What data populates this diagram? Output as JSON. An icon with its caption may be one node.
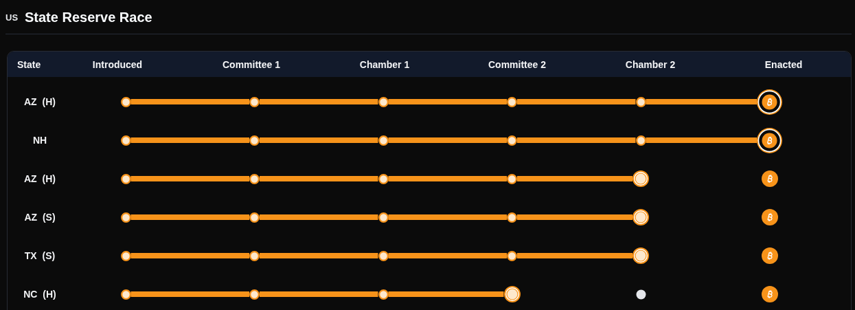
{
  "diagram": {
    "title": "State Reserve Race",
    "nodes": [
      {
        "text": [],
        "shape": "circle"
      },
      {
        "text": [],
        "shape": "circle"
      },
      {
        "text": [],
        "shape": "circle"
      },
      {
        "text": [],
        "shape": "circle"
      },
      {
        "text": [],
        "shape": "circle"
      },
      {
        "text": [],
        "shape": "coin"
      },
      {
        "text": [],
        "shape": "circle"
      },
      {
        "text": [],
        "shape": "circle"
      },
      {
        "text": [],
        "shape": "circle"
      },
      {
        "text": [],
        "shape": "circle"
      },
      {
        "text": [],
        "shape": "circle"
      },
      {
        "text": [],
        "shape": "coin"
      },
      {
        "text": [],
        "shape": "circle"
      },
      {
        "text": [],
        "shape": "circle"
      },
      {
        "text": [],
        "shape": "circle"
      },
      {
        "text": [],
        "shape": "circle"
      },
      {
        "text": [],
        "shape": "circle"
      },
      {
        "text": [],
        "shape": "coin"
      },
      {
        "text": [],
        "shape": "circle"
      },
      {
        "text": [],
        "shape": "circle"
      },
      {
        "text": [],
        "shape": "circle"
      },
      {
        "text": [],
        "shape": "circle"
      },
      {
        "text": [],
        "shape": "circle"
      },
      {
        "text": [],
        "shape": "coin"
      },
      {
        "text": [],
        "shape": "circle"
      },
      {
        "text": [],
        "shape": "circle"
      },
      {
        "text": [],
        "shape": "circle"
      },
      {
        "text": [],
        "shape": "circle"
      },
      {
        "text": [],
        "shape": "circle"
      },
      {
        "text": [],
        "shape": "coin"
      },
      {
        "text": [],
        "shape": "circle"
      },
      {
        "text": [],
        "shape": "circle"
      },
      {
        "text": [],
        "shape": "circle"
      },
      {
        "text": [],
        "shape": "circle"
      },
      {
        "text": [],
        "shape": "circle"
      },
      {
        "text": [],
        "shape": "coin"
      }
    ],
    "edges": [
      {
        "from": 0,
        "to": 1,
        "arrow": "none"
      },
      {
        "from": 1,
        "to": 2,
        "arrow": "none"
      },
      {
        "from": 2,
        "to": 3,
        "arrow": "none"
      },
      {
        "from": 3,
        "to": 4,
        "arrow": "none"
      },
      {
        "from": 4,
        "to": 5,
        "arrow": "none"
      },
      {
        "from": 6,
        "to": 7,
        "arrow": "none"
      },
      {
        "from": 7,
        "to": 8,
        "arrow": "none"
      },
      {
        "from": 8,
        "to": 9,
        "arrow": "none"
      },
      {
        "from": 9,
        "to": 10,
        "arrow": "none"
      },
      {
        "from": 10,
        "to": 11,
        "arrow": "none"
      },
      {
        "from": 12,
        "to": 13,
        "arrow": "none"
      },
      {
        "from": 13,
        "to": 14,
        "arrow": "none"
      },
      {
        "from": 14,
        "to": 15,
        "arrow": "none"
      },
      {
        "from": 15,
        "to": 16,
        "arrow": "none"
      },
      {
        "from": 18,
        "to": 19,
        "arrow": "none"
      },
      {
        "from": 19,
        "to": 20,
        "arrow": "none"
      },
      {
        "from": 20,
        "to": 21,
        "arrow": "none"
      },
      {
        "from": 21,
        "to": 22,
        "arrow": "none"
      },
      {
        "from": 24,
        "to": 25,
        "arrow": "none"
      },
      {
        "from": 25,
        "to": 26,
        "arrow": "none"
      },
      {
        "from": 26,
        "to": 27,
        "arrow": "none"
      },
      {
        "from": 27,
        "to": 28,
        "arrow": "none"
      },
      {
        "from": 30,
        "to": 31,
        "arrow": "none"
      },
      {
        "from": 31,
        "to": 32,
        "arrow": "none"
      },
      {
        "from": 32,
        "to": 33,
        "arrow": "none"
      }
    ],
    "labels": [
      "US",
      "State",
      "Introduced",
      "Committee 1",
      "Chamber 1",
      "Committee 2",
      "Chamber 2",
      "Enacted",
      "AZ (H)",
      "NH",
      "AZ (H)",
      "AZ (S)",
      "TX (S)",
      "NC (H)"
    ]
  }
}
